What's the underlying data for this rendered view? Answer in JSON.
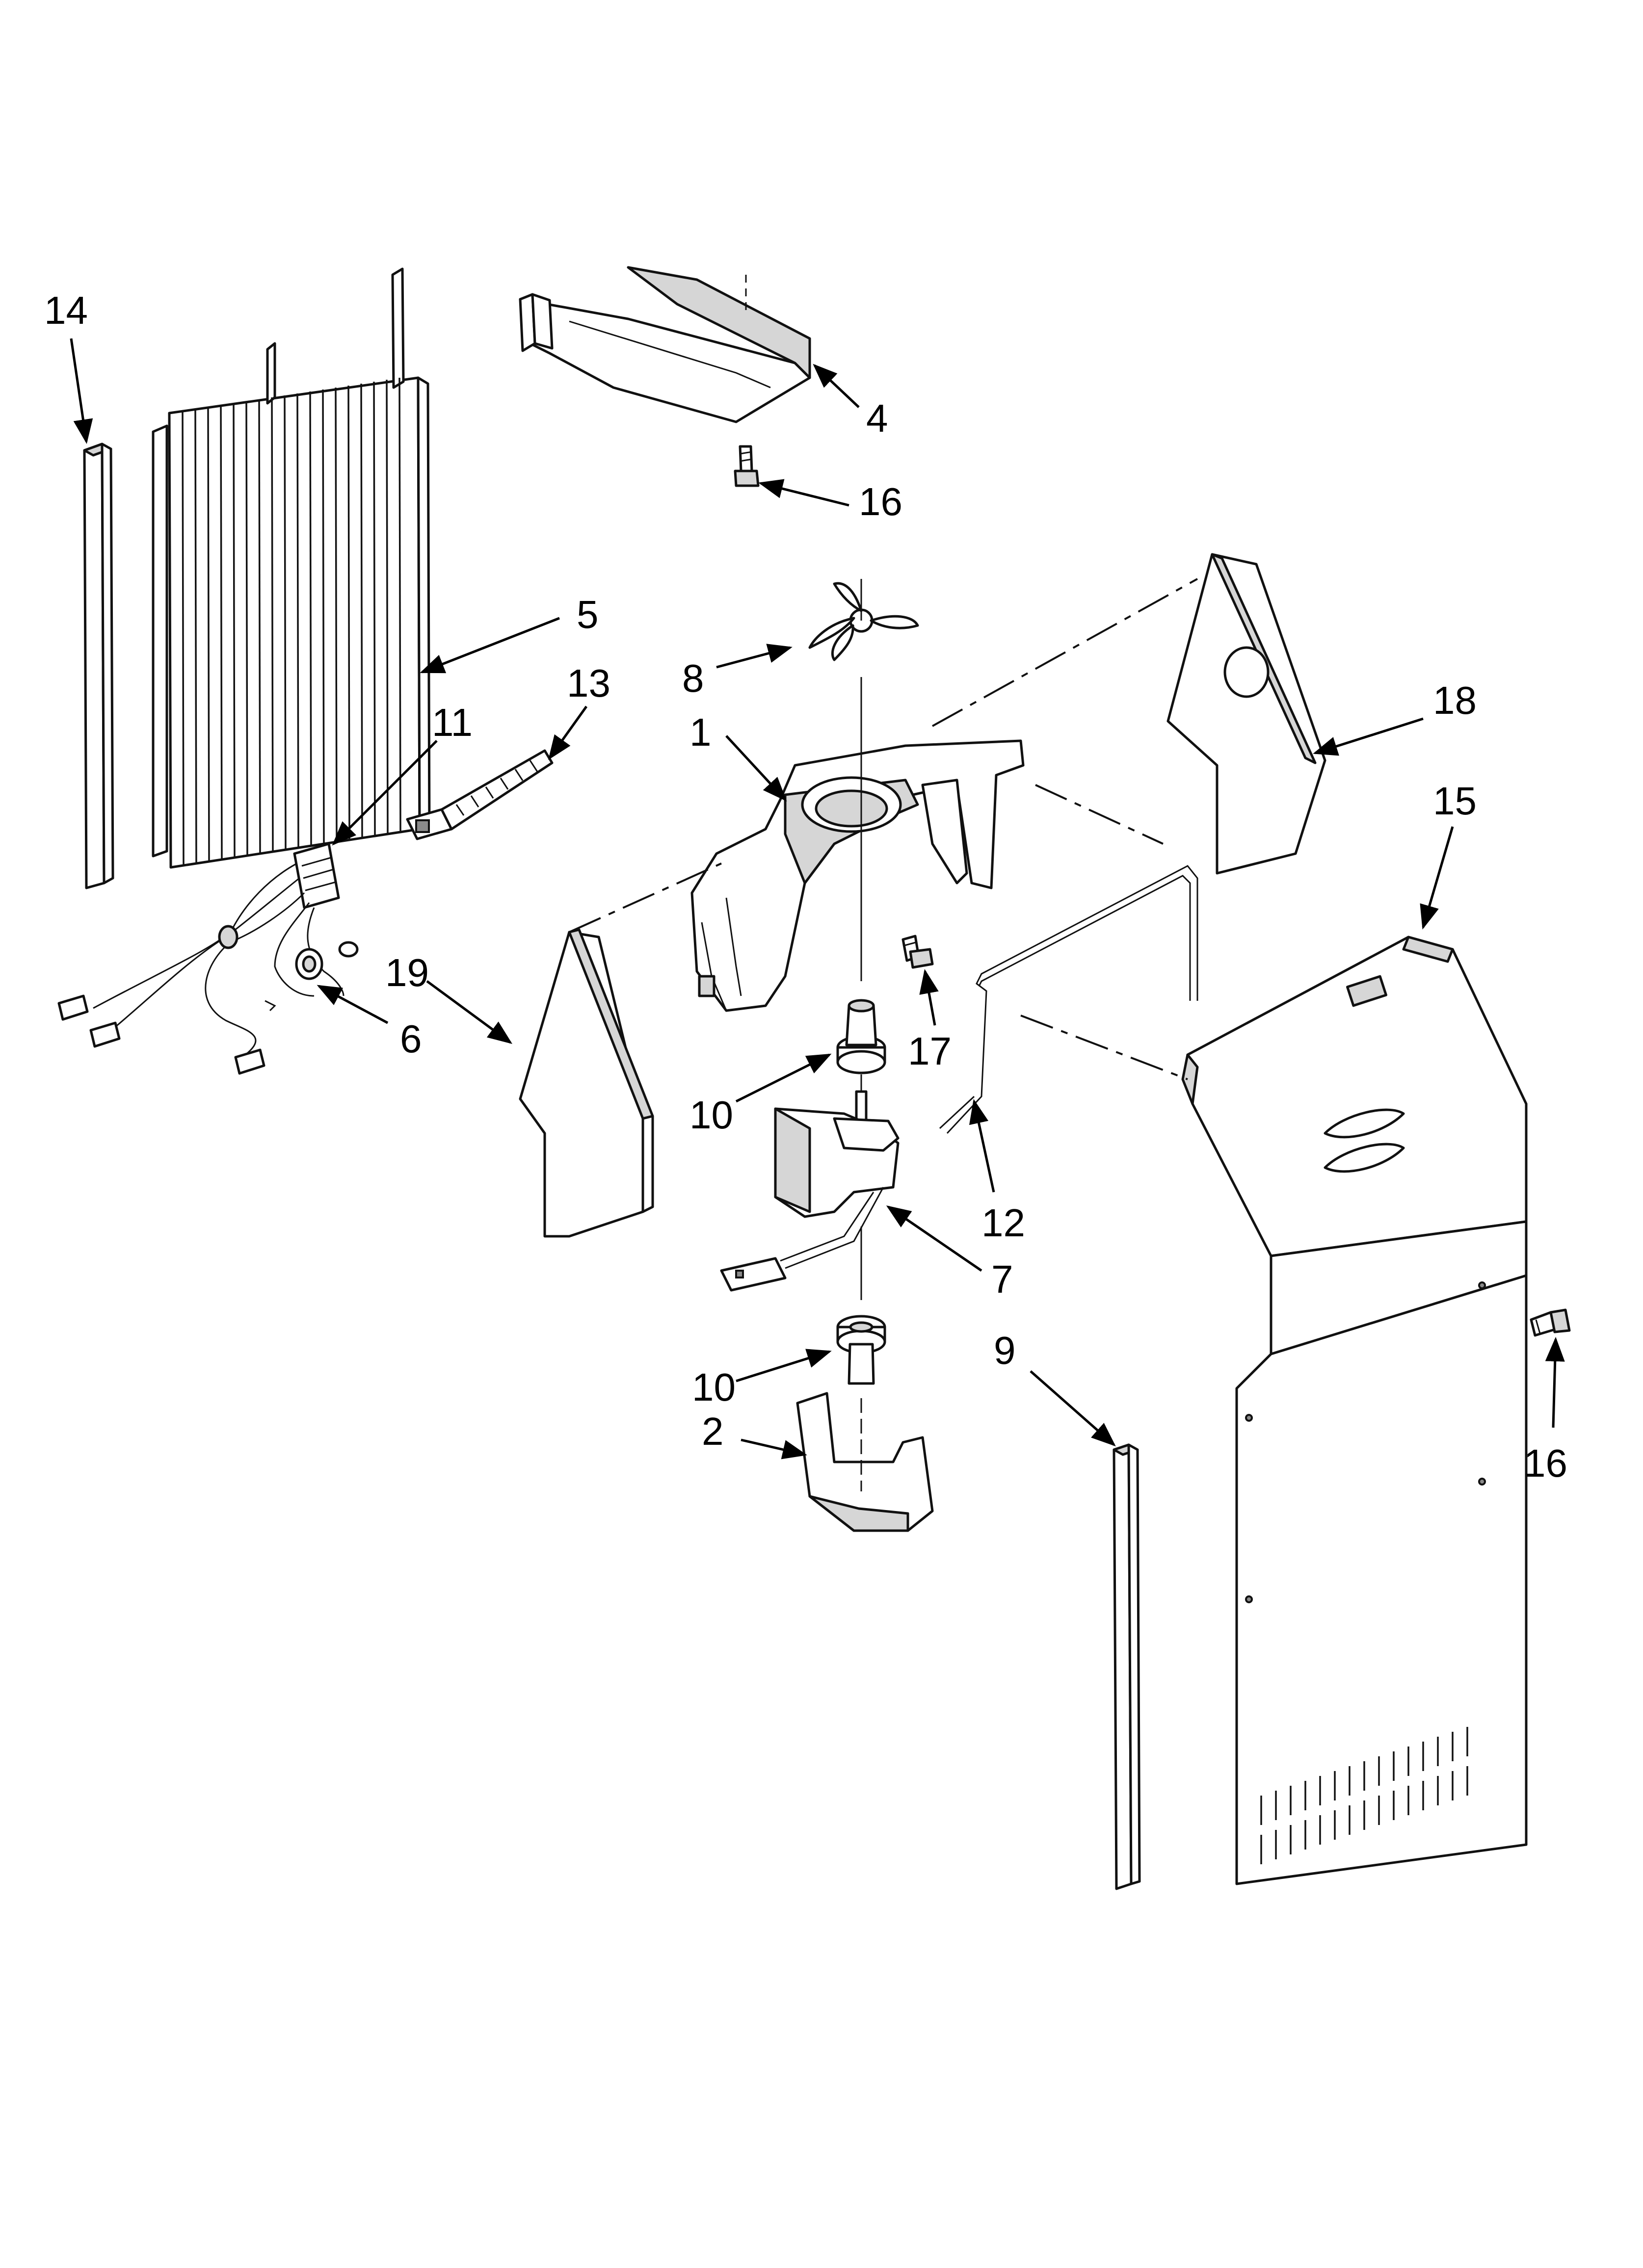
{
  "callouts": [
    {
      "id": "c14",
      "text": "14"
    },
    {
      "id": "c4",
      "text": "4"
    },
    {
      "id": "c16a",
      "text": "16"
    },
    {
      "id": "c5",
      "text": "5"
    },
    {
      "id": "c13",
      "text": "13"
    },
    {
      "id": "c8",
      "text": "8"
    },
    {
      "id": "c18",
      "text": "18"
    },
    {
      "id": "c11",
      "text": "11"
    },
    {
      "id": "c1",
      "text": "1"
    },
    {
      "id": "c15",
      "text": "15"
    },
    {
      "id": "c19",
      "text": "19"
    },
    {
      "id": "c6",
      "text": "6"
    },
    {
      "id": "c17",
      "text": "17"
    },
    {
      "id": "c10a",
      "text": "10"
    },
    {
      "id": "c12",
      "text": "12"
    },
    {
      "id": "c7",
      "text": "7"
    },
    {
      "id": "c9",
      "text": "9"
    },
    {
      "id": "c16b",
      "text": "16"
    },
    {
      "id": "c10b",
      "text": "10"
    },
    {
      "id": "c2",
      "text": "2"
    }
  ]
}
